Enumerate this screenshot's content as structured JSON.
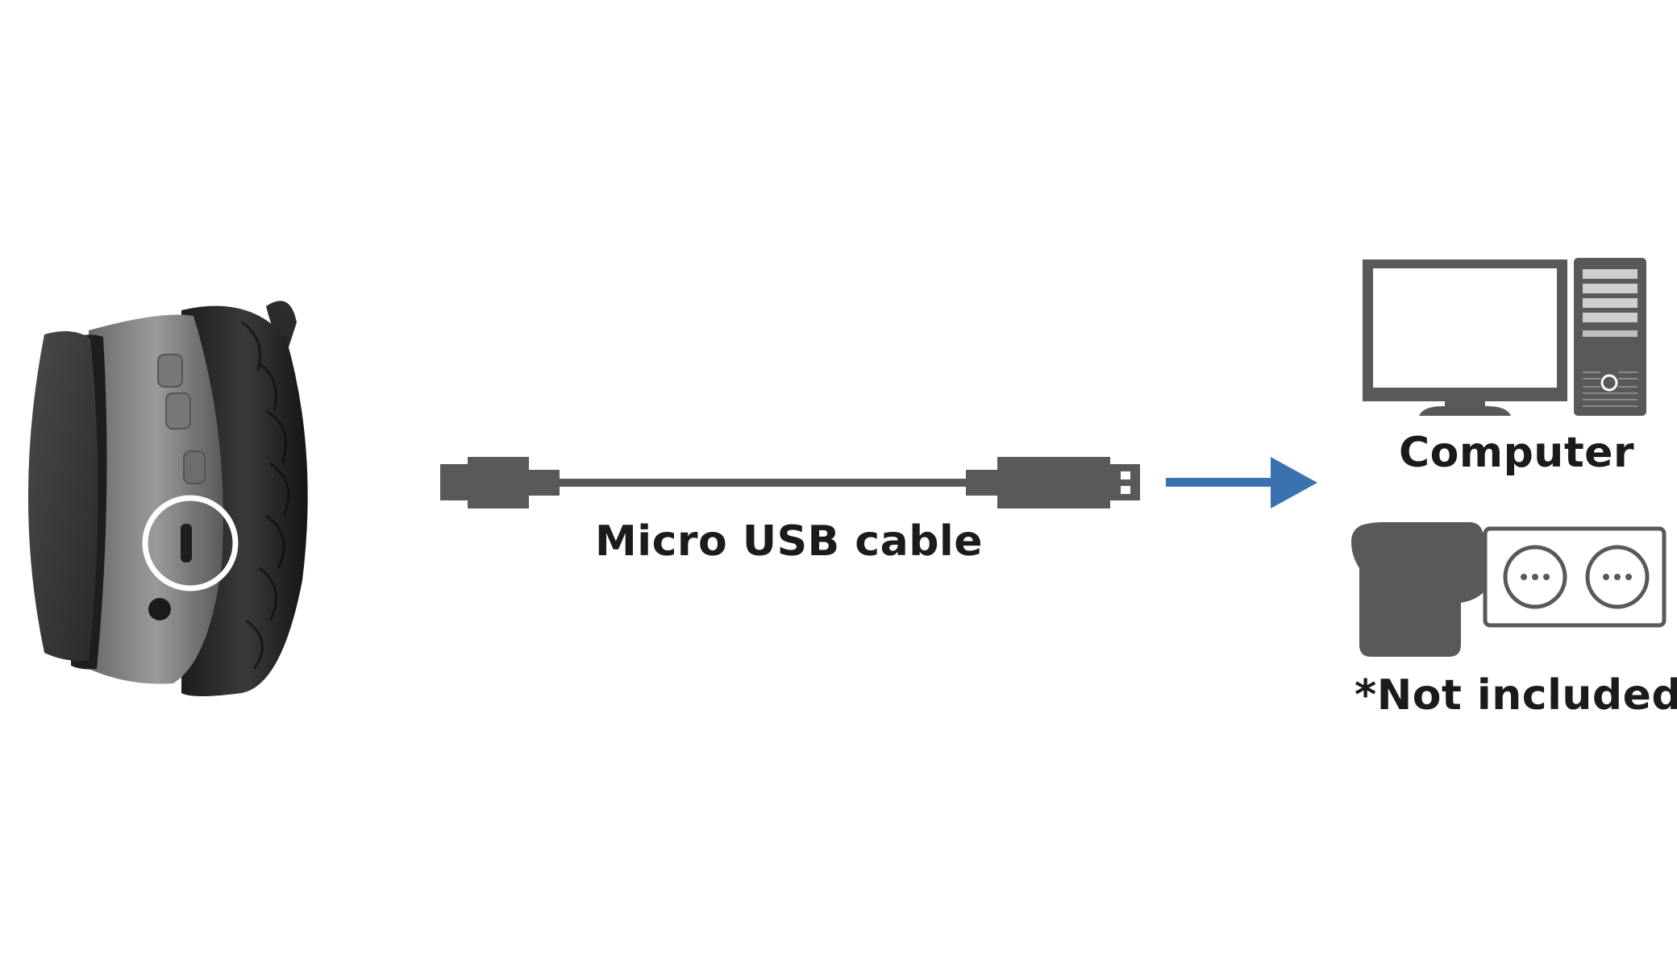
{
  "labels": {
    "cable": "Micro USB cable",
    "computer": "Computer",
    "note": "*Not included"
  },
  "colors": {
    "arrow": "#3a72b0",
    "cable": "#58595b",
    "text": "#1b1b1b",
    "highlight_ring": "#ffffff"
  },
  "icons": {
    "headphone": "headphone-earcup-photo",
    "micro_usb_plug": "micro-usb-plug-icon",
    "usb_a_plug": "usb-a-plug-icon",
    "arrow": "arrow-right-icon",
    "computer": "desktop-computer-icon",
    "adapter": "power-adapter-icon",
    "socket": "wall-socket-icon"
  }
}
